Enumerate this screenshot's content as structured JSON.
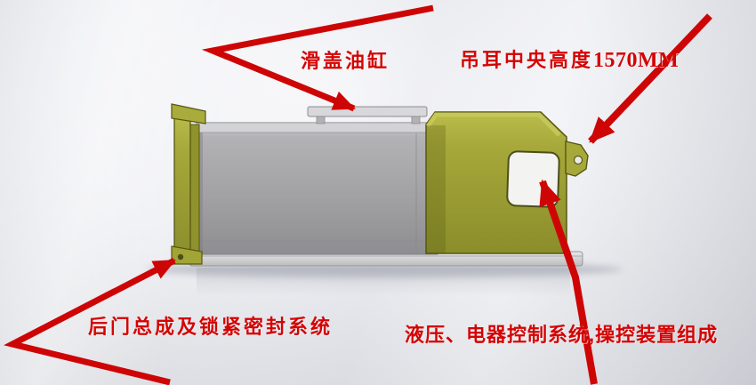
{
  "scene": {
    "type": "annotated-engineering-diagram",
    "subject": "sealed sliding-cover container body, side view with callouts"
  },
  "annotations": {
    "slide_cylinder": {
      "label": "滑盖油缸"
    },
    "lifting_lug": {
      "label": "吊耳中央高度",
      "value": "1570MM"
    },
    "rear_door": {
      "label": "后门总成及锁紧密封系统"
    },
    "hydraulic": {
      "label": "液压、电器控制系统,操控装置组成"
    }
  },
  "colors": {
    "annotation_red": "#ce0505",
    "machine_olive": "#a6a83a",
    "machine_olive_dark": "#5c5e1d",
    "machine_gray": "#a0a0a2",
    "background": "#e9eaee"
  },
  "parts": [
    "slide-cover-rail",
    "container-body",
    "front-housing",
    "access-opening",
    "lifting-lug",
    "rear-door-assembly",
    "base-skid"
  ]
}
